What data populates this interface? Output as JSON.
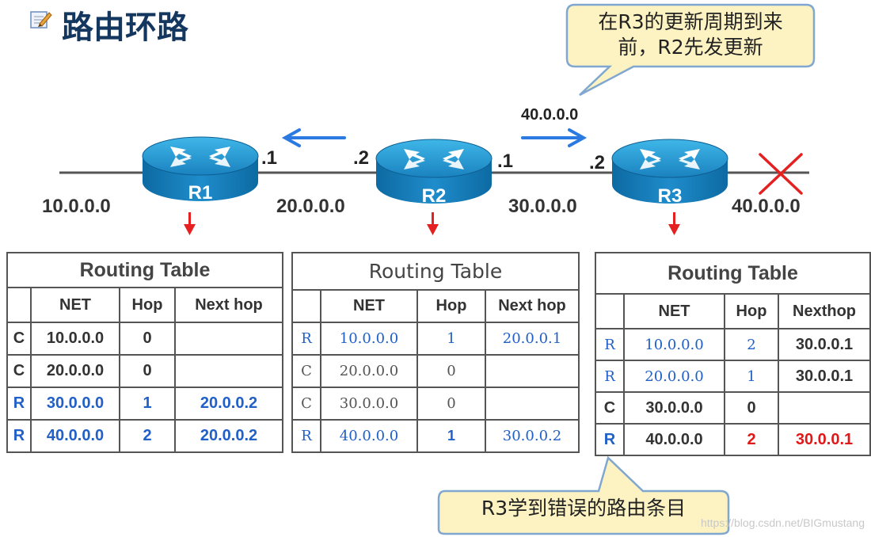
{
  "title": "路由环路",
  "callout_top": {
    "line1": "在R3的更新周期到来",
    "line2": "前，R2先发更新"
  },
  "callout_bottom": "R3学到错误的路由条目",
  "advertised_network": "40.0.0.0",
  "networks": [
    "10.0.0.0",
    "20.0.0.0",
    "30.0.0.0",
    "40.0.0.0"
  ],
  "routers": [
    "R1",
    "R2",
    "R3"
  ],
  "interfaces": {
    "r1_right": ".1",
    "r2_left": ".2",
    "r2_right": ".1",
    "r3_left": ".2"
  },
  "colors": {
    "blue": "#2060c8",
    "red": "#e01818",
    "title": "#14375f",
    "callout_fill": "#fdf3c2",
    "callout_border": "#7fa7d0"
  },
  "tables": [
    {
      "title": "Routing Table",
      "headers": [
        "",
        "NET",
        "Hop",
        "Next hop"
      ],
      "rows": [
        {
          "type": "C",
          "net": "10.0.0.0",
          "hop": "0",
          "next": ""
        },
        {
          "type": "C",
          "net": "20.0.0.0",
          "hop": "0",
          "next": ""
        },
        {
          "type": "R",
          "net": "30.0.0.0",
          "hop": "1",
          "next": "20.0.0.2"
        },
        {
          "type": "R",
          "net": "40.0.0.0",
          "hop": "2",
          "next": "20.0.0.2"
        }
      ]
    },
    {
      "title": "Routing Table",
      "headers": [
        "",
        "NET",
        "Hop",
        "Next hop"
      ],
      "rows": [
        {
          "type": "R",
          "net": "10.0.0.0",
          "hop": "1",
          "next": "20.0.0.1"
        },
        {
          "type": "C",
          "net": "20.0.0.0",
          "hop": "0",
          "next": ""
        },
        {
          "type": "C",
          "net": "30.0.0.0",
          "hop": "0",
          "next": ""
        },
        {
          "type": "R",
          "net": "40.0.0.0",
          "hop": "1",
          "next": "30.0.0.2"
        }
      ]
    },
    {
      "title": "Routing Table",
      "headers": [
        "",
        "NET",
        "Hop",
        "Nexthop"
      ],
      "rows": [
        {
          "type": "R",
          "net": "10.0.0.0",
          "hop": "2",
          "next": "30.0.0.1"
        },
        {
          "type": "R",
          "net": "20.0.0.0",
          "hop": "1",
          "next": "30.0.0.1"
        },
        {
          "type": "C",
          "net": "30.0.0.0",
          "hop": "0",
          "next": ""
        },
        {
          "type": "R",
          "net": "40.0.0.0",
          "hop": "2",
          "next": "30.0.0.1"
        }
      ]
    }
  ],
  "watermark": "https://blog.csdn.net/BIGmustang"
}
